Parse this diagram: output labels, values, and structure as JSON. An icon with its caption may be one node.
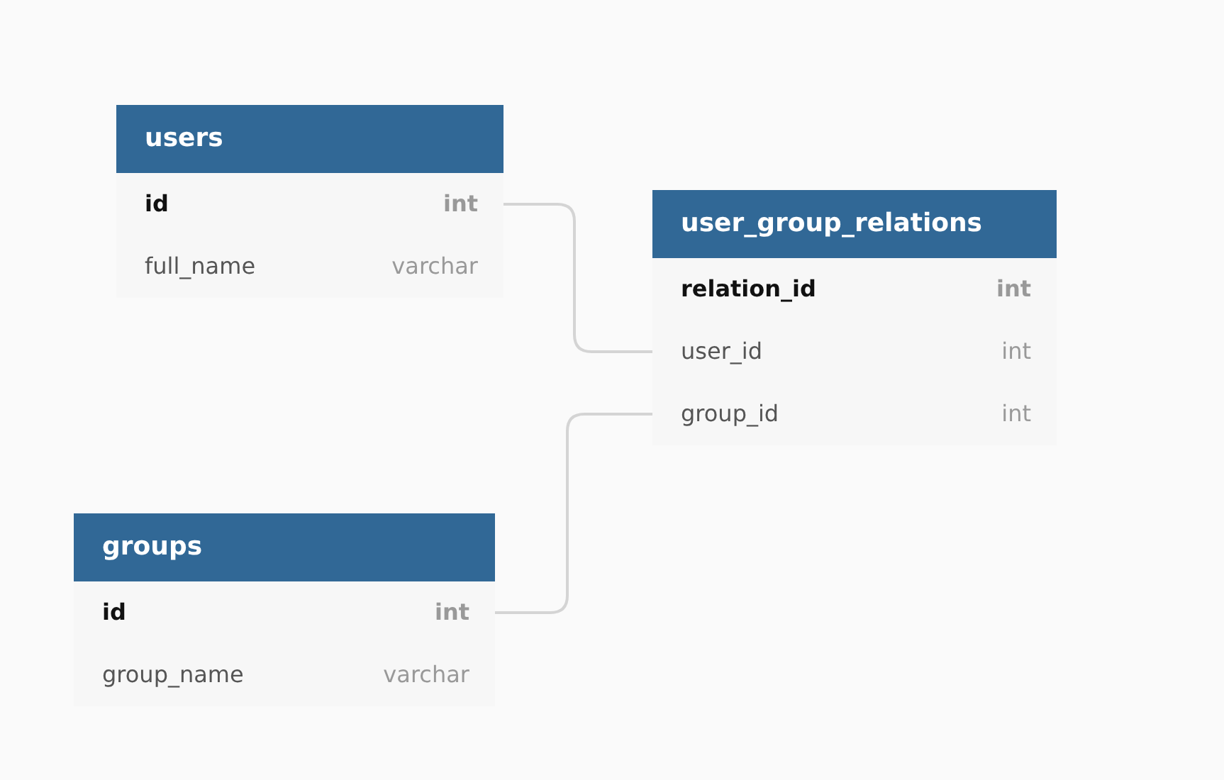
{
  "diagram": {
    "nodes": [
      {
        "text": [
          "users"
        ]
      },
      {
        "text": [
          "id",
          "int"
        ],
        "in": 0
      },
      {
        "text": [
          "full_name",
          "varchar"
        ],
        "in": 0
      },
      {
        "text": [
          "user_group_relations"
        ]
      },
      {
        "text": [
          "relation_id",
          "int"
        ],
        "in": 3
      },
      {
        "text": [
          "user_id",
          "int"
        ],
        "in": 3
      },
      {
        "text": [
          "group_id",
          "int"
        ],
        "in": 3
      },
      {
        "text": [
          "groups"
        ]
      },
      {
        "text": [
          "id",
          "int"
        ],
        "in": 7
      },
      {
        "text": [
          "group_name",
          "varchar"
        ],
        "in": 7
      }
    ],
    "edges": [
      {
        "from": 1,
        "to": 5,
        "arrow": "none"
      },
      {
        "from": 8,
        "to": 6,
        "arrow": "none"
      }
    ]
  }
}
